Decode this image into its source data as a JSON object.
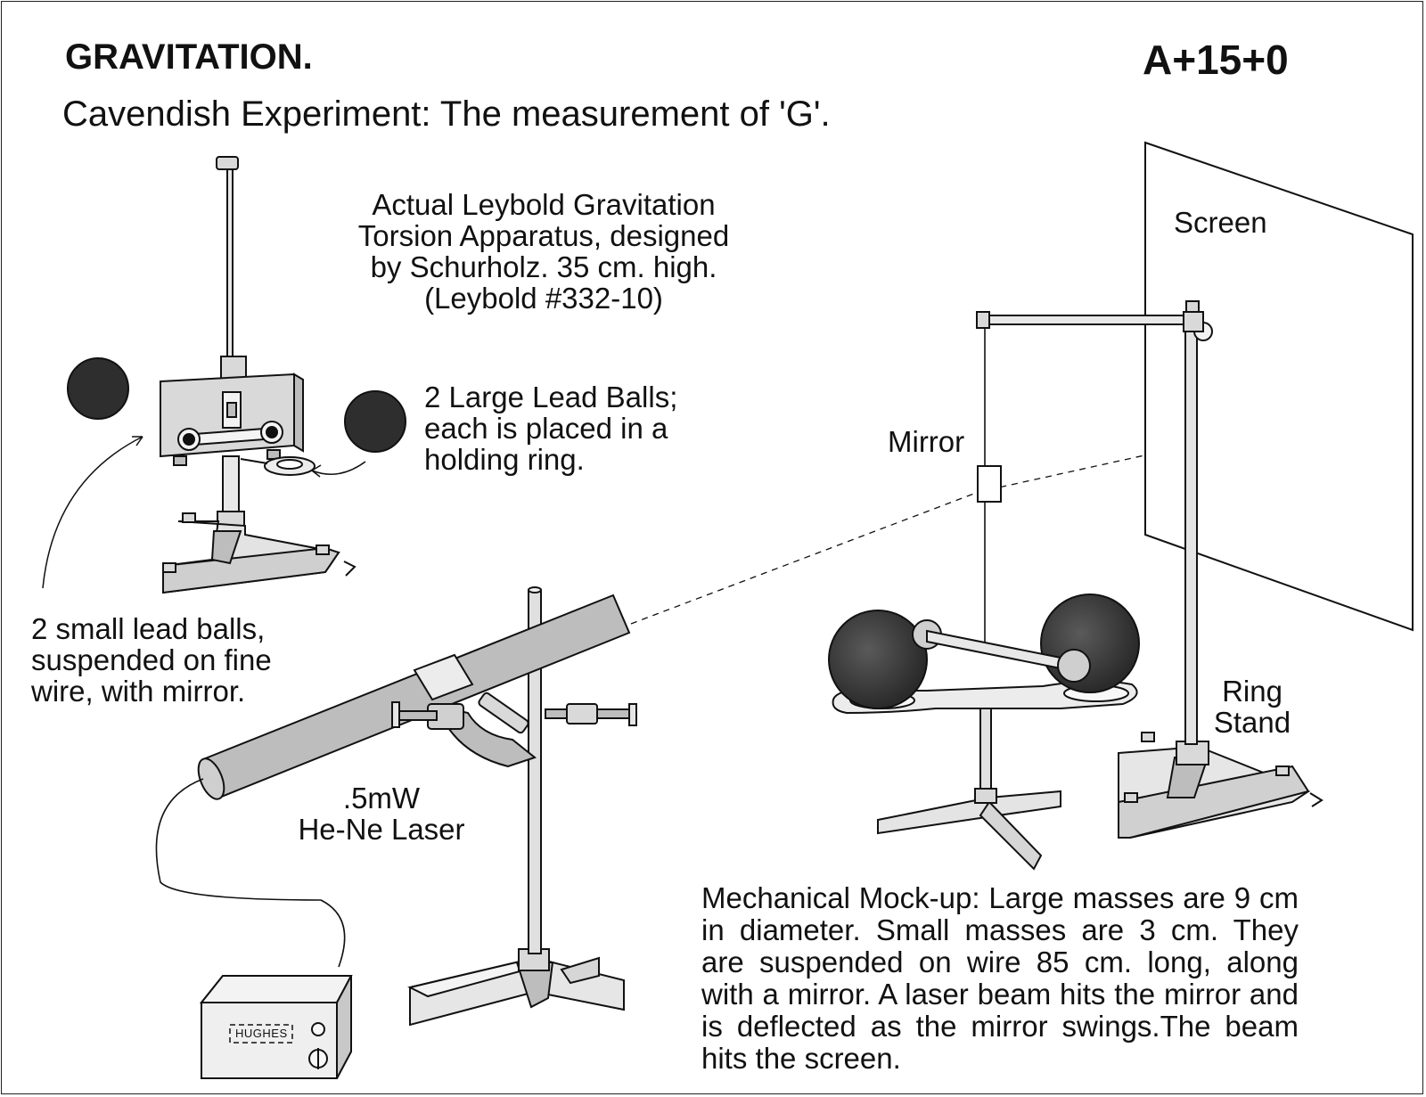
{
  "header": {
    "title": "GRAVITATION.",
    "code": "A+15+0",
    "subtitle": "Cavendish Experiment: The measurement of 'G'."
  },
  "labels": {
    "apparatus": [
      "Actual Leybold Gravitation",
      "Torsion Apparatus, designed",
      "by Schurholz.  35 cm. high.",
      "(Leybold #332-10)"
    ],
    "large_balls": [
      "2 Large Lead Balls;",
      "each is placed in a",
      "holding ring."
    ],
    "small_balls": [
      "2 small lead balls,",
      "suspended on fine",
      "wire, with mirror."
    ],
    "laser": [
      ".5mW",
      "He-Ne Laser"
    ],
    "screen": "Screen",
    "mirror": "Mirror",
    "ring_stand": [
      "Ring",
      "Stand"
    ],
    "power_supply": "HUGHES",
    "mockup": "Mechanical Mock-up: Large masses are 9 cm in diameter. Small masses are 3 cm. They are  suspended on wire 85 cm. long, along with a mirror. A laser beam hits the mirror and is deflected as the mirror swings.The beam hits the screen."
  },
  "colors": {
    "ink": "#111111",
    "metal": "#d9d9d9",
    "lead": "#3a3a3a",
    "tube": "#bdbdbd"
  }
}
